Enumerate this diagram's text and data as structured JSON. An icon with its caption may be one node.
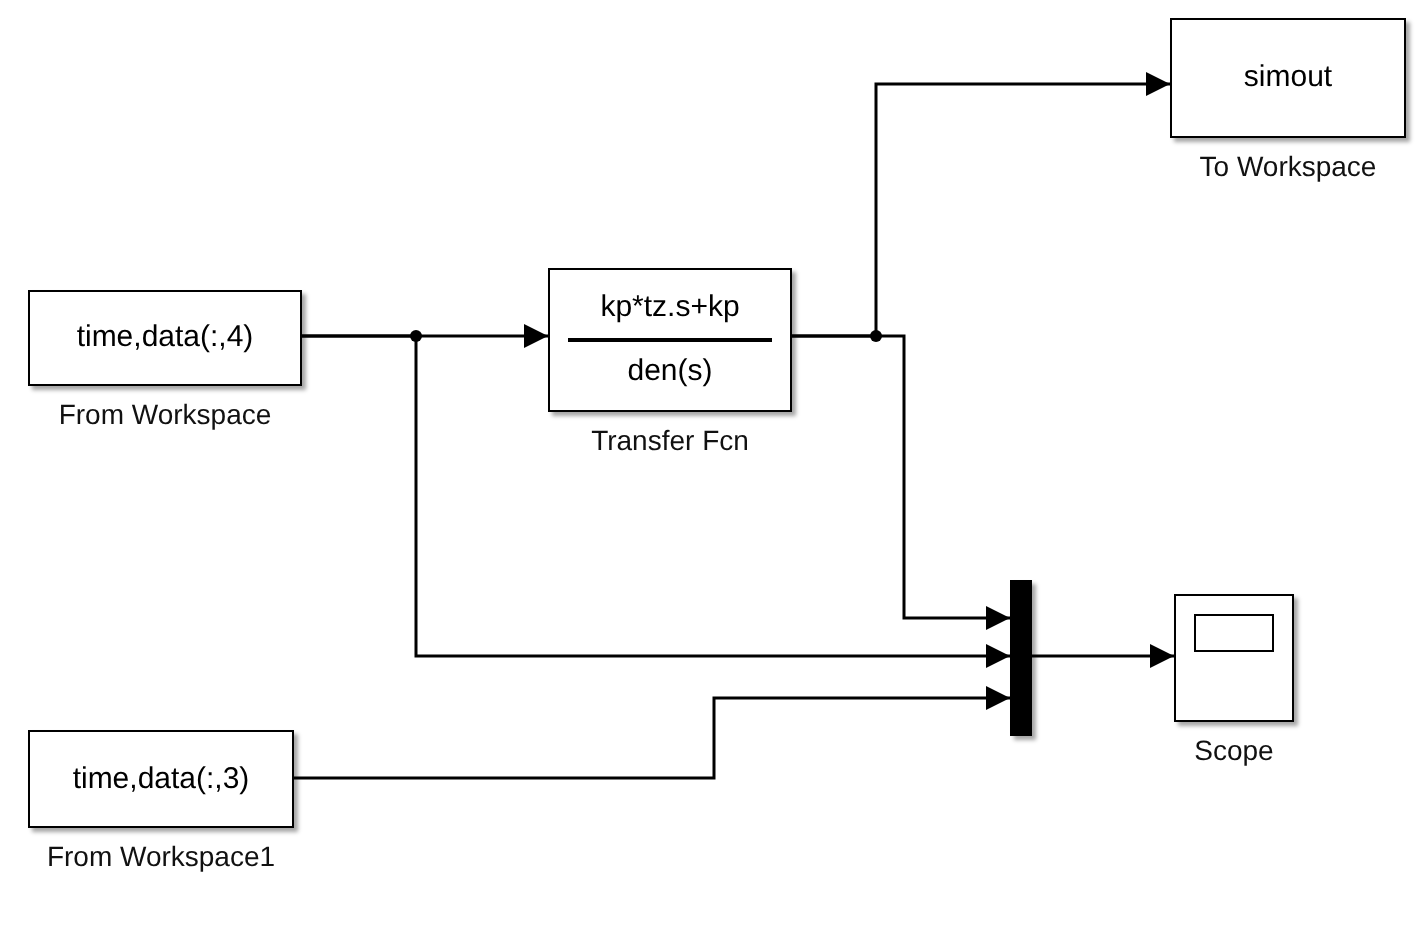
{
  "diagram": {
    "nodes": [
      {
        "text": [
          "time,data(:,4)"
        ],
        "beside": [
          "From Workspace"
        ]
      },
      {
        "text": [
          "kp*tz.s+kp",
          "den(s)"
        ],
        "beside": [
          "Transfer Fcn"
        ]
      },
      {
        "text": [
          "simout"
        ],
        "beside": [
          "To Workspace"
        ]
      },
      {
        "text": [],
        "shape": "bar"
      },
      {
        "text": [],
        "shape": "box",
        "beside": [
          "Scope"
        ]
      },
      {
        "text": [
          "time,data(:,3)"
        ],
        "beside": [
          "From Workspace1"
        ]
      }
    ],
    "edges": [
      {
        "from": 0,
        "to": 1,
        "arrow": "to"
      },
      {
        "from": 0,
        "to": 3,
        "arrow": "to"
      },
      {
        "from": 1,
        "to": 2,
        "arrow": "to"
      },
      {
        "from": 1,
        "to": 3,
        "arrow": "to"
      },
      {
        "from": 5,
        "to": 3,
        "arrow": "to"
      },
      {
        "from": 3,
        "to": 4,
        "arrow": "to"
      }
    ]
  }
}
